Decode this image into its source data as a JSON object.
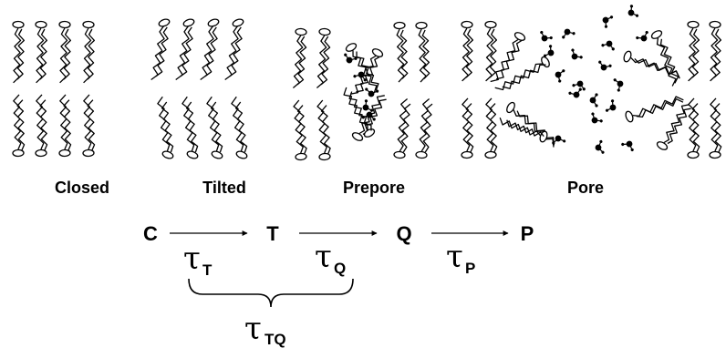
{
  "panels": [
    {
      "id": "closed",
      "label": "Closed"
    },
    {
      "id": "tilted",
      "label": "Tilted"
    },
    {
      "id": "prepore",
      "label": "Prepore"
    },
    {
      "id": "pore",
      "label": "Pore"
    }
  ],
  "scheme": {
    "states": [
      "C",
      "T",
      "Q",
      "P"
    ],
    "rates": [
      {
        "symbol": "τ",
        "sub": "T"
      },
      {
        "symbol": "τ",
        "sub": "Q"
      },
      {
        "symbol": "τ",
        "sub": "P"
      }
    ],
    "combined": {
      "symbol": "τ",
      "sub": "TQ"
    }
  }
}
